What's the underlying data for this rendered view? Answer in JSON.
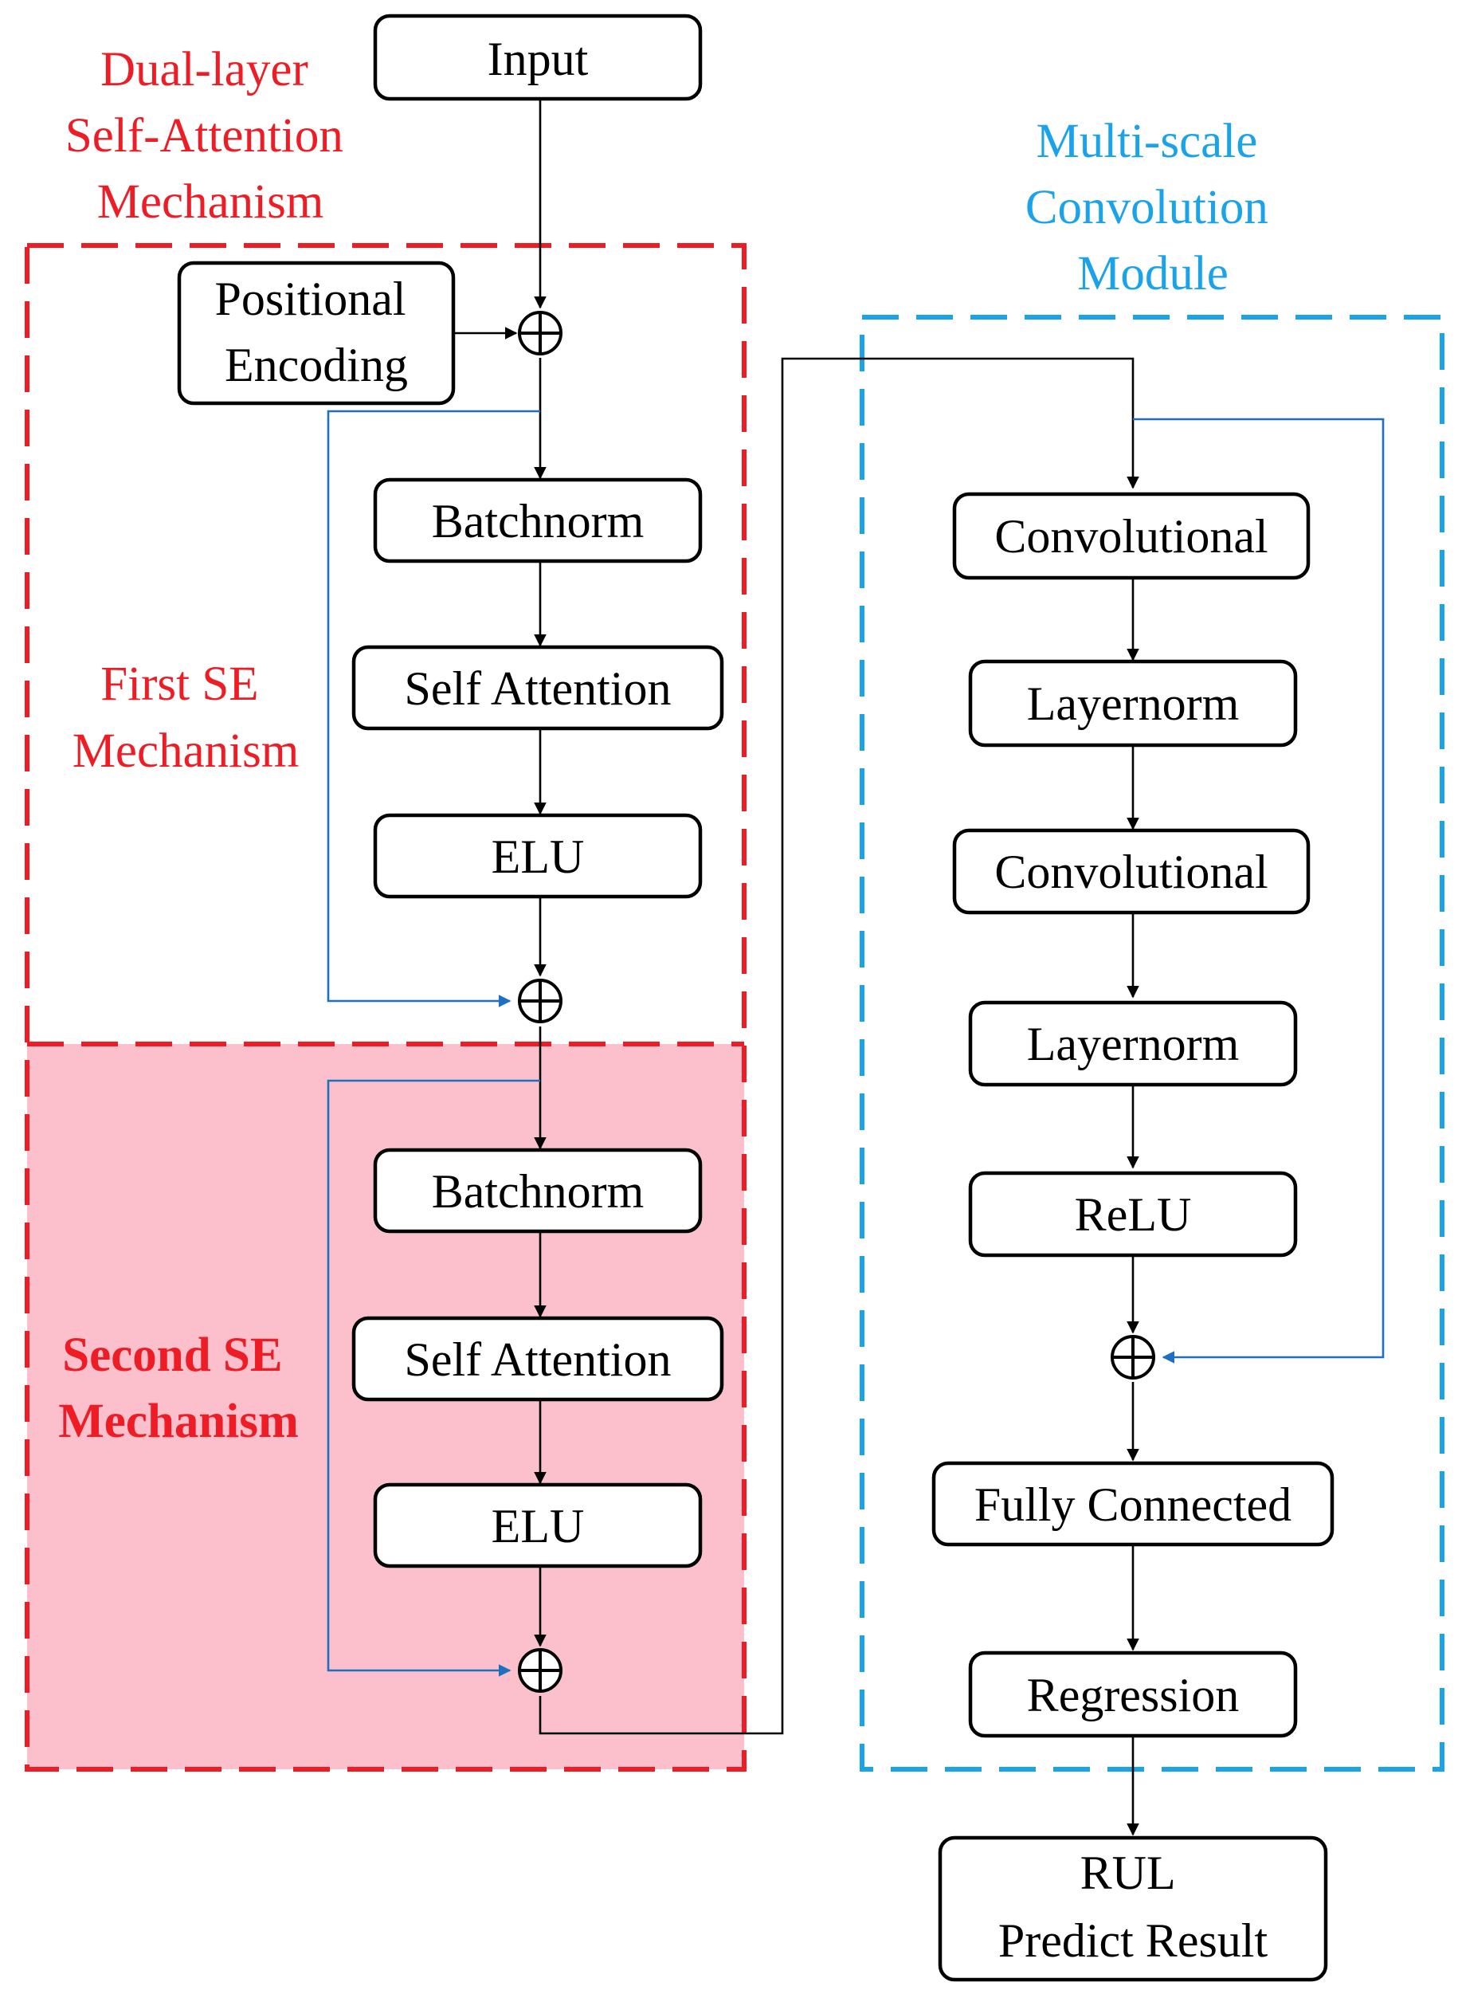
{
  "colors": {
    "red": "#ee1c25",
    "blue": "#1aa3e8",
    "skip_arrow": "#1f6fc0",
    "second_se_fill": "#fbc0cc"
  },
  "labels": {
    "dual_layer": [
      "Dual-layer",
      "Self-Attention",
      "Mechanism"
    ],
    "first_se": [
      "First SE",
      "Mechanism"
    ],
    "second_se": [
      "Second SE",
      "Mechanism"
    ],
    "multi_scale": [
      "Multi-scale",
      "Convolution",
      "Module"
    ]
  },
  "nodes": {
    "input": "Input",
    "positional_encoding": [
      "Positional",
      "Encoding"
    ],
    "batchnorm_1": "Batchnorm",
    "self_attention_1": "Self Attention",
    "elu_1": "ELU",
    "batchnorm_2": "Batchnorm",
    "self_attention_2": "Self Attention",
    "elu_2": "ELU",
    "convolutional_1": "Convolutional",
    "layernorm_1": "Layernorm",
    "convolutional_2": "Convolutional",
    "layernorm_2": "Layernorm",
    "relu": "ReLU",
    "fully_connected": "Fully Connected",
    "regression": "Regression",
    "rul": [
      "RUL",
      "Predict Result"
    ]
  }
}
